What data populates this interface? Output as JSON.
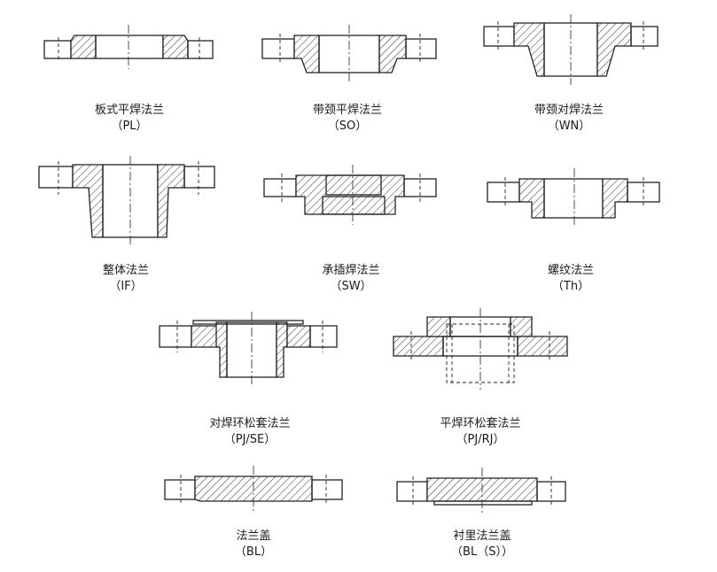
{
  "flanges": [
    {
      "name": "板式平焊法兰",
      "code": "（PL）"
    },
    {
      "name": "带颈平焊法兰",
      "code": "（SO）"
    },
    {
      "name": "带颈对焊法兰",
      "code": "（WN）"
    },
    {
      "name": "整体法兰",
      "code": "（IF）"
    },
    {
      "name": "承插焊法兰",
      "code": "（SW）"
    },
    {
      "name": "螺纹法兰",
      "code": "（Th）"
    },
    {
      "name": "对焊环松套法兰",
      "code": "（PJ/SE）"
    },
    {
      "name": "平焊环松套法兰",
      "code": "（PJ/RJ）"
    },
    {
      "name": "法兰盖",
      "code": "（BL）"
    },
    {
      "name": "衬里法兰盖",
      "code": "（BL（S））"
    }
  ]
}
